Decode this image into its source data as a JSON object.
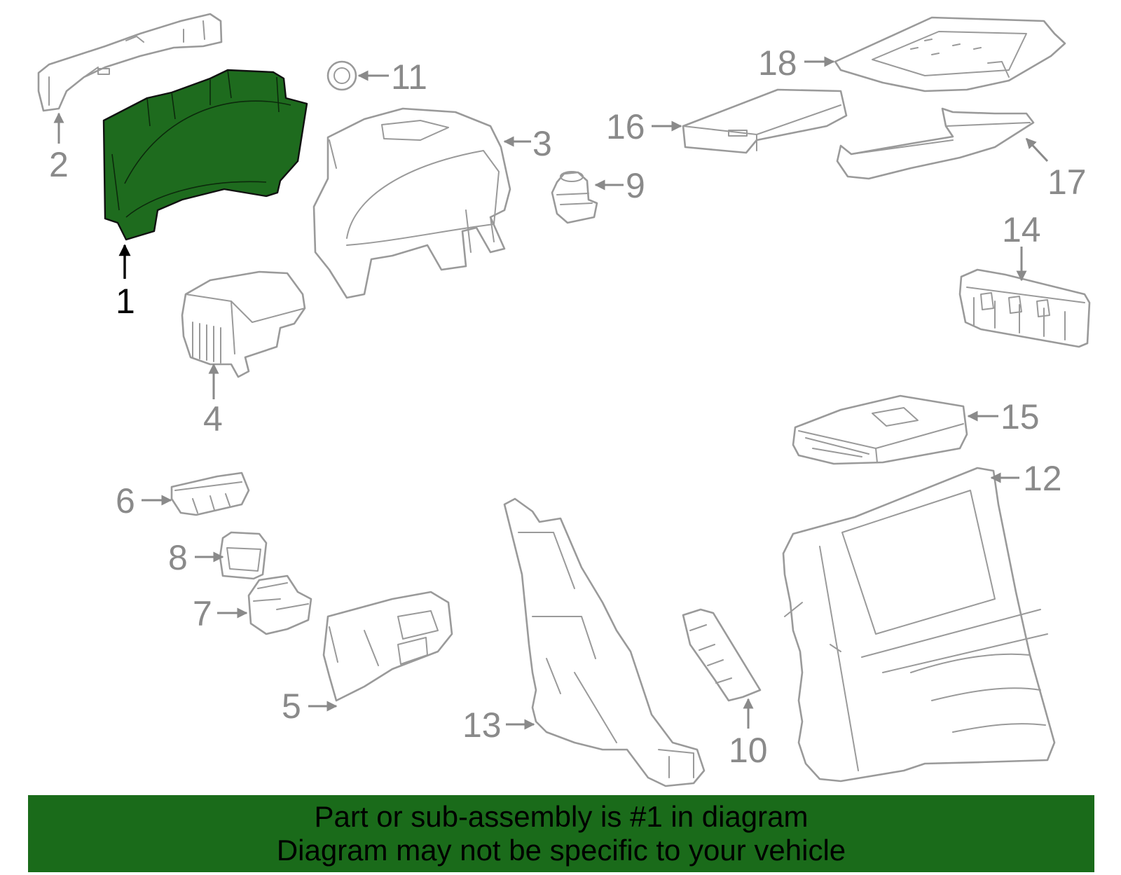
{
  "colors": {
    "highlight": "#1e6b1e",
    "banner": "#1a6b1a",
    "outline": "#9a9a9a",
    "callout_text": "#8a8a8a"
  },
  "callouts": {
    "c1": "1",
    "c2": "2",
    "c3": "3",
    "c4": "4",
    "c5": "5",
    "c6": "6",
    "c7": "7",
    "c8": "8",
    "c9": "9",
    "c10": "10",
    "c11": "11",
    "c12": "12",
    "c13": "13",
    "c14": "14",
    "c15": "15",
    "c16": "16",
    "c17": "17",
    "c18": "18"
  },
  "highlighted_part": "1",
  "banner": {
    "line1": "Part or sub-assembly is #1 in diagram",
    "line2": "Diagram may not be specific to your vehicle"
  }
}
